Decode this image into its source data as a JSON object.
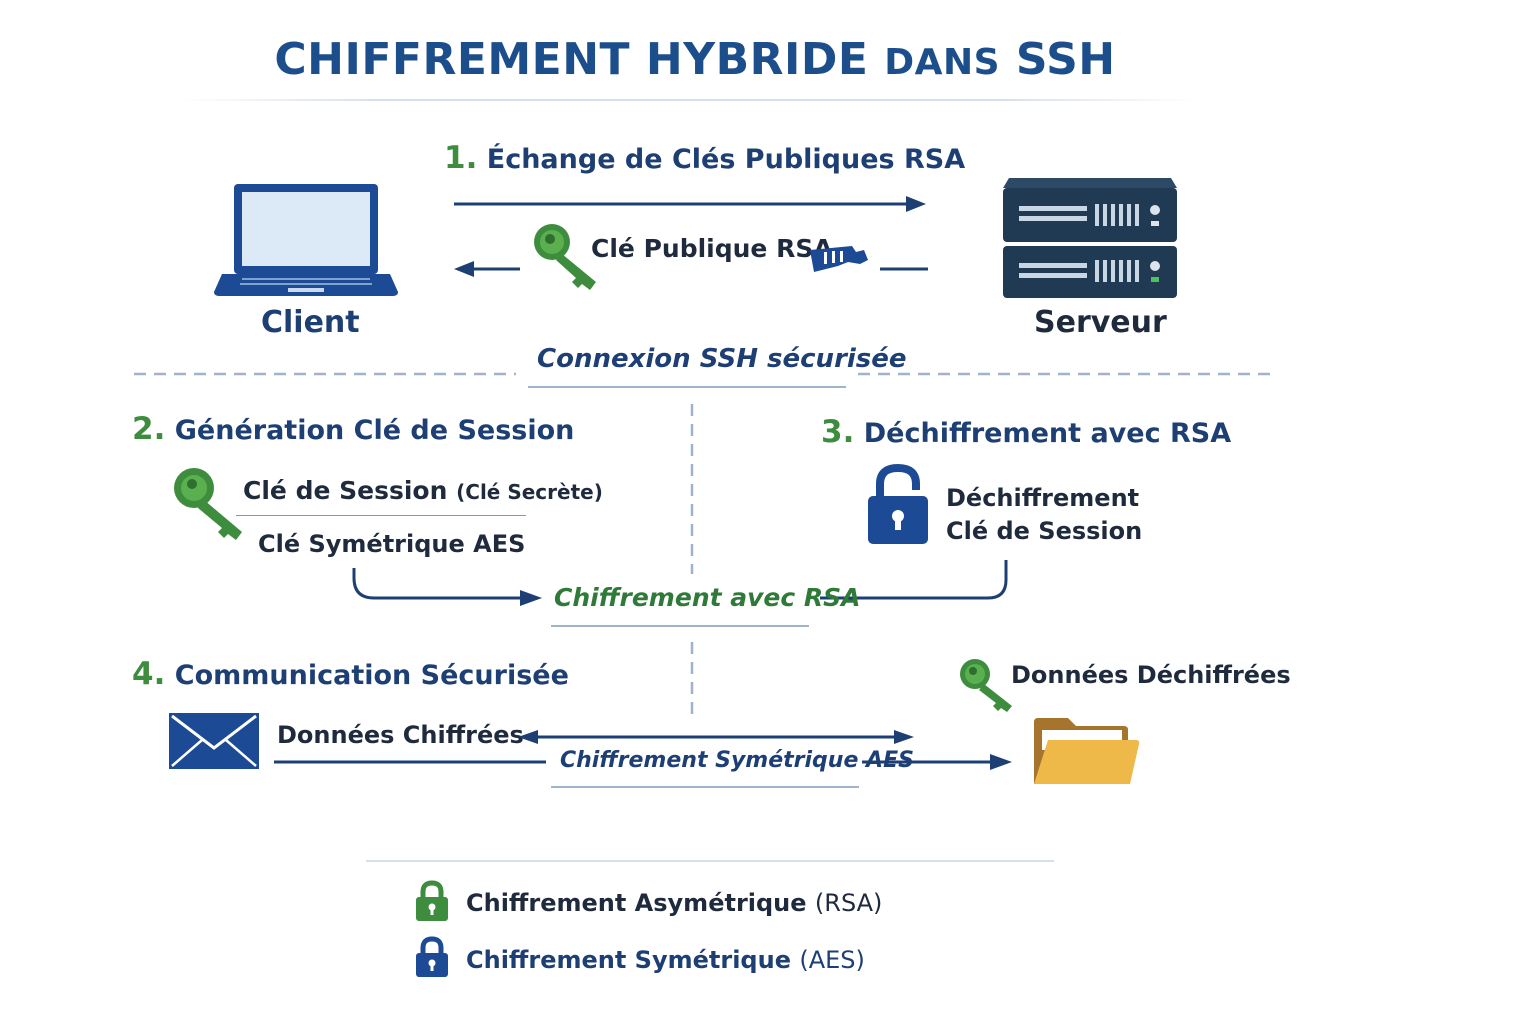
{
  "title": {
    "main": "CHIFFREMENT HYBRIDE",
    "small": "DANS",
    "tail": "SSH"
  },
  "client": {
    "label": "Client"
  },
  "server": {
    "label": "Serveur"
  },
  "step1": {
    "num": "1.",
    "label": "Échange de Clés Publiques RSA",
    "key_label": "Clé Publique RSA"
  },
  "connection_label": "Connexion SSH sécurisée",
  "step2": {
    "num": "2.",
    "label": "Génération Clé de Session",
    "session_key": "Clé de Session",
    "session_key_note": "(Clé Secrète)",
    "symmetric": "Clé Symétrique AES"
  },
  "step3": {
    "num": "3.",
    "label": "Déchiffrement avec RSA",
    "line1": "Déchiffrement",
    "line2": "Clé de Session"
  },
  "rsa_encryption_label": "Chiffrement avec RSA",
  "step4": {
    "num": "4.",
    "label": "Communication Sécurisée",
    "encrypted": "Données Chiffrées",
    "decrypted": "Données Déchiffrées",
    "aes_label": "Chiffrement Symétrique AES"
  },
  "legend": {
    "asym": {
      "label": "Chiffrement Asymétrique",
      "paren": "(RSA)"
    },
    "sym": {
      "label": "Chiffrement Symétrique",
      "paren": "(AES)"
    }
  },
  "colors": {
    "navy": "#1d3f74",
    "green": "#3e8c3e",
    "server": "#1f3a52",
    "folder": "#efb94a",
    "laptop": "#1d4a94"
  }
}
